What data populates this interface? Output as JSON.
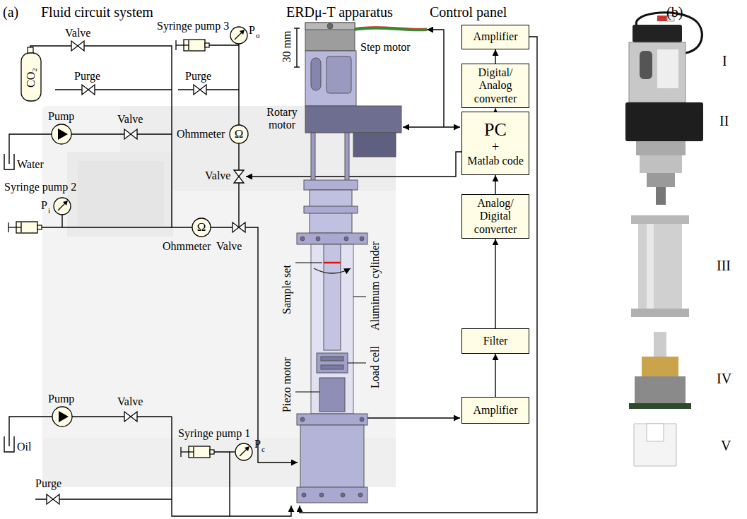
{
  "diagram": {
    "nodes": [
      {
        "text": [
          "Amplifier"
        ]
      },
      {
        "text": [
          "Digital/ Analog converter"
        ]
      },
      {
        "text": [
          "PC",
          "+",
          "Matlab code"
        ]
      },
      {
        "text": [
          "Analog/ Digital converter"
        ]
      },
      {
        "text": [
          "Filter"
        ]
      },
      {
        "text": [
          "Amplifier"
        ]
      }
    ],
    "edges": [
      {
        "from": 5,
        "to": 4,
        "arrow": "to"
      },
      {
        "from": 4,
        "to": 3,
        "arrow": "to"
      },
      {
        "from": 3,
        "to": 2,
        "arrow": "to"
      },
      {
        "from": 2,
        "to": 1,
        "arrow": "to"
      },
      {
        "from": 1,
        "to": 0,
        "arrow": "to"
      }
    ],
    "labels": [
      "(a)",
      "Fluid circuit system",
      "ERDμ-T apparatus",
      "Control panel",
      "(b)",
      "Valve",
      "CO₂",
      "Purge",
      "Pump",
      "Valve",
      "Water",
      "Syringe pump 2",
      "P",
      "i",
      "Ω",
      "Ohmmeter",
      "Valve",
      "Syringe pump 3",
      "P",
      "o",
      "Purge",
      "Ohmmeter",
      "Ω",
      "Valve",
      "Pump",
      "Valve",
      "Oil",
      "Purge",
      "Syringe pump 1",
      "P",
      "c",
      "Step motor",
      "Rotary motor",
      "30 mm",
      "Sample set",
      "Aluminum cylinder",
      "Piezo motor",
      "Load cell",
      "I",
      "II",
      "III",
      "IV",
      "V"
    ]
  }
}
